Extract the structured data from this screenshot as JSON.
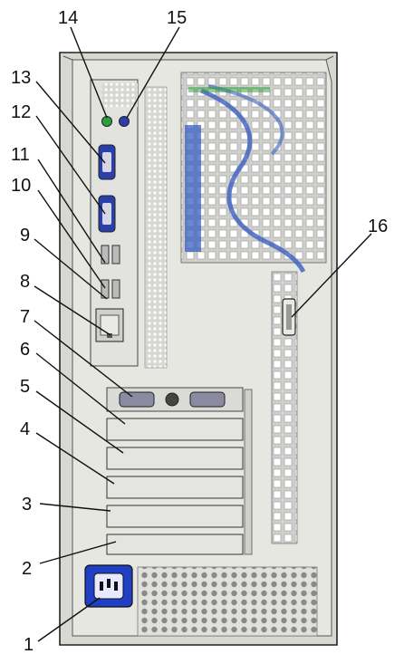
{
  "callouts": [
    {
      "id": "1",
      "label": "1"
    },
    {
      "id": "2",
      "label": "2"
    },
    {
      "id": "3",
      "label": "3"
    },
    {
      "id": "4",
      "label": "4"
    },
    {
      "id": "5",
      "label": "5"
    },
    {
      "id": "6",
      "label": "6"
    },
    {
      "id": "7",
      "label": "7"
    },
    {
      "id": "8",
      "label": "8"
    },
    {
      "id": "9",
      "label": "9"
    },
    {
      "id": "10",
      "label": "10"
    },
    {
      "id": "11",
      "label": "11"
    },
    {
      "id": "12",
      "label": "12"
    },
    {
      "id": "13",
      "label": "13"
    },
    {
      "id": "14",
      "label": "14"
    },
    {
      "id": "15",
      "label": "15"
    },
    {
      "id": "16",
      "label": "16"
    }
  ],
  "colors": {
    "chassis": "#e7e7e2",
    "chassis_dark": "#c9c9c4",
    "power_socket": "#1f3fc4",
    "fan_blue": "#3a5fc0",
    "ps2_green": "#2e9e3a",
    "ps2_blue": "#2a3fa8",
    "outline": "#222222"
  }
}
